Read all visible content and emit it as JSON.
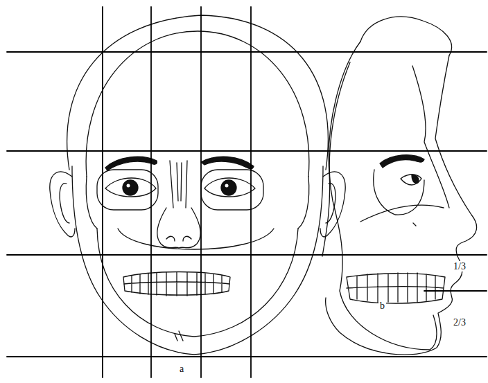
{
  "diagram": {
    "labels": [
      "1/3",
      "b",
      "2/3",
      "a"
    ]
  }
}
